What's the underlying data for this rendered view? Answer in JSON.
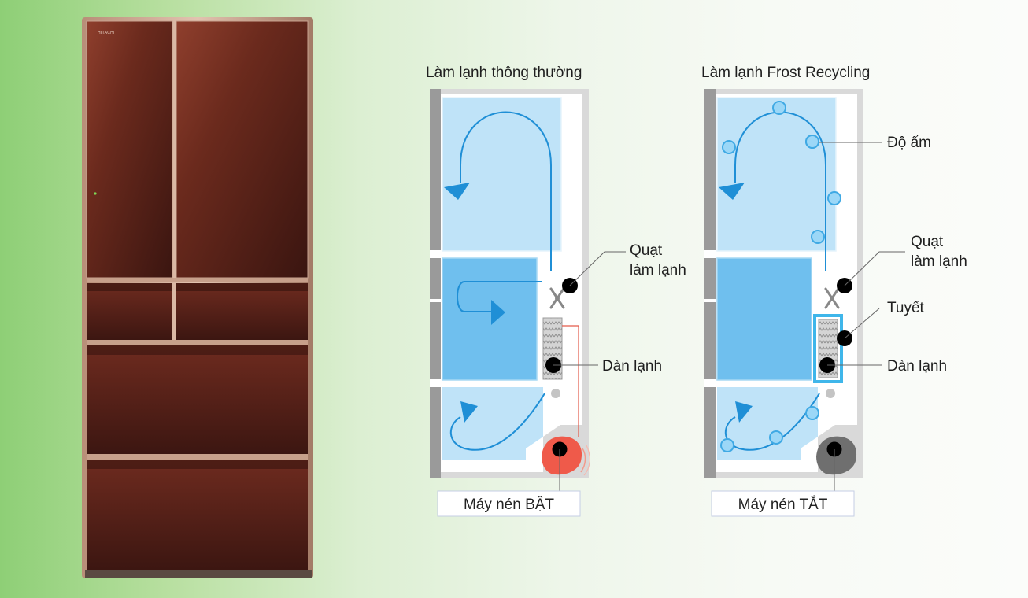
{
  "fridge": {
    "brand_text": "HITACHI"
  },
  "diagram_normal": {
    "title": "Làm lạnh thông thường",
    "fan_label_line1": "Quạt",
    "fan_label_line2": "làm lạnh",
    "evaporator_label": "Dàn lạnh",
    "compressor_label": "Máy nén BẬT"
  },
  "diagram_frost": {
    "title": "Làm lạnh Frost Recycling",
    "moisture_label": "Độ ẩm",
    "fan_label_line1": "Quạt",
    "fan_label_line2": "làm lạnh",
    "snow_label": "Tuyết",
    "evaporator_label": "Dàn lạnh",
    "compressor_label": "Máy nén TẮT"
  },
  "colors": {
    "fridge_body": "#5a2418",
    "fridge_highlight": "#9a4a34",
    "airflow": "#1f8fd6",
    "compressor_on": "#ef5a4a",
    "compressor_off": "#6f6f6f",
    "snow_frame": "#3fb6ea"
  }
}
